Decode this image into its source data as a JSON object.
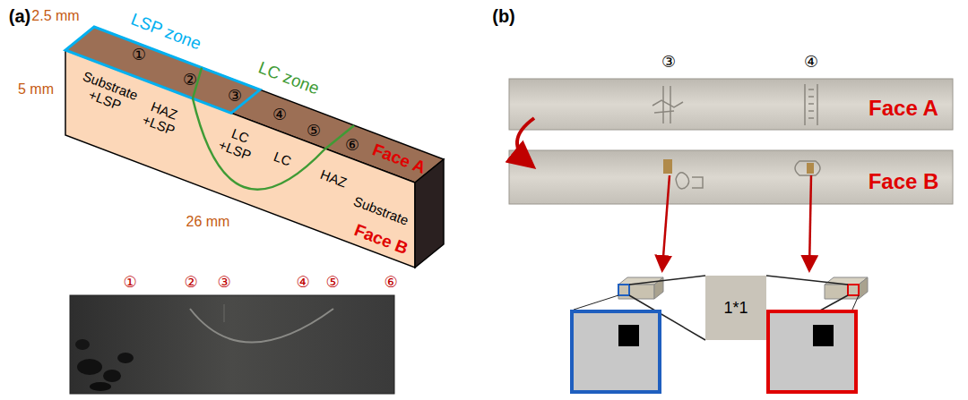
{
  "diagram": {
    "nodes": [
      {
        "text": [
          "1*1"
        ]
      }
    ],
    "labels": [
      "(a)",
      "2.5 mm",
      "5 mm",
      "LSP zone",
      "LC zone",
      "①",
      "②",
      "③",
      "④",
      "⑤",
      "⑥",
      "Substrate +LSP",
      "HAZ +LSP",
      "LC +LSP",
      "LC",
      "HAZ",
      "Substrate",
      "Face A",
      "Face B",
      "26 mm",
      "①",
      "②",
      "③",
      "④",
      "⑤",
      "⑥",
      "(b)",
      "③",
      "④",
      "Face A",
      "Face B"
    ]
  }
}
